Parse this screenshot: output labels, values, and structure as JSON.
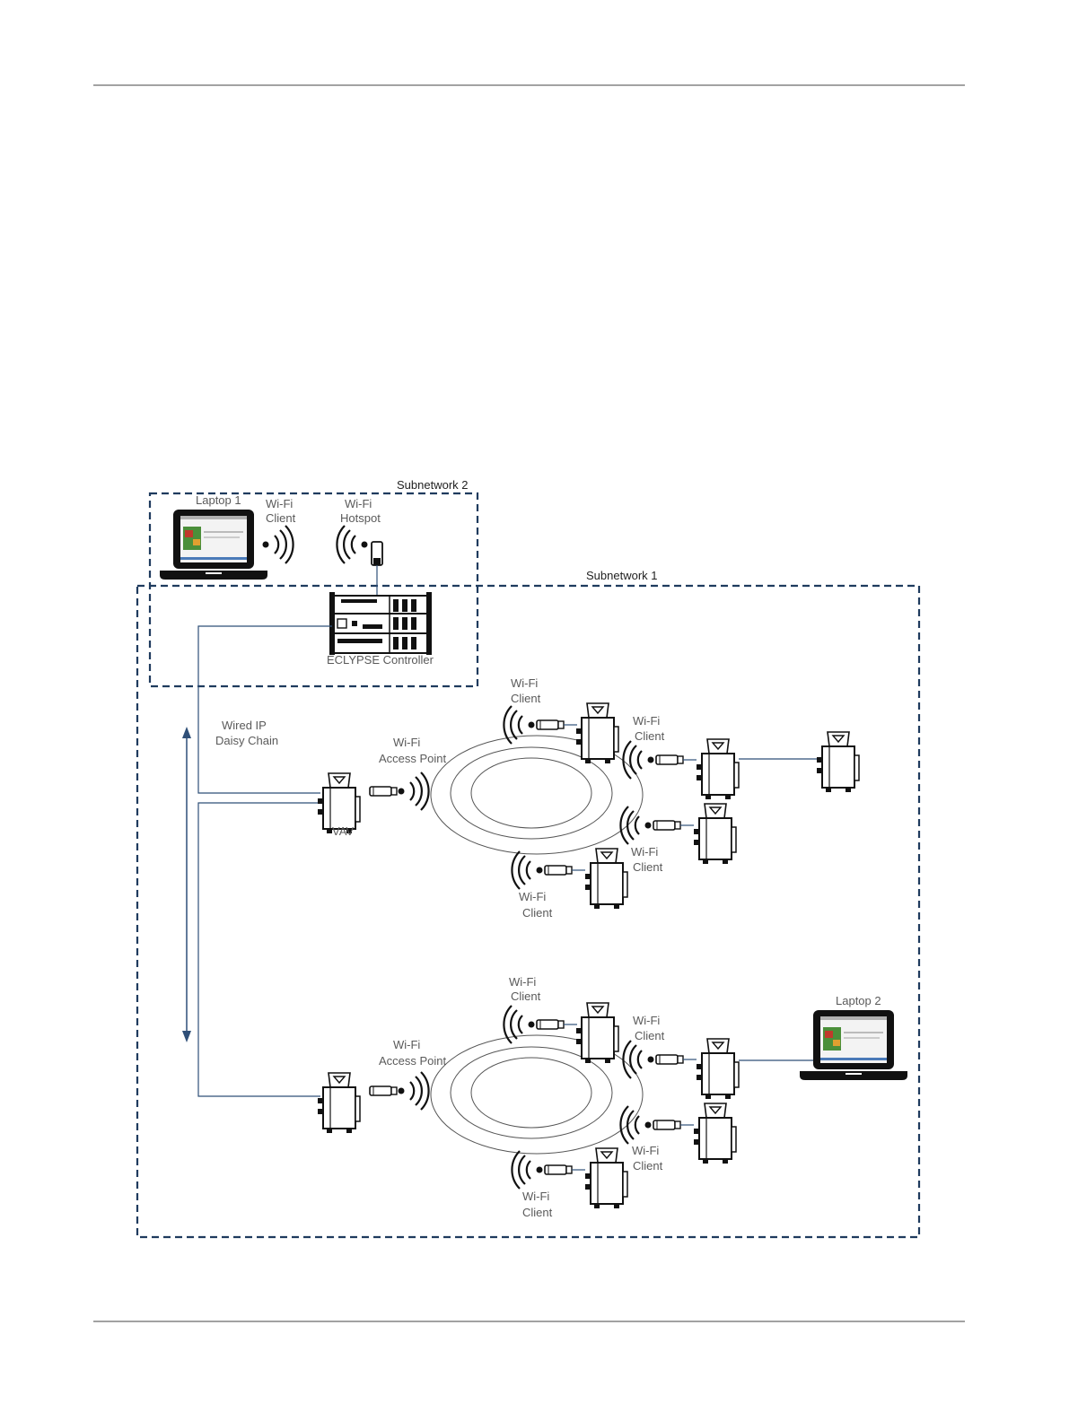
{
  "subnetworks": {
    "subnetwork1": "Subnetwork 1",
    "subnetwork2": "Subnetwork 2"
  },
  "laptops": {
    "laptop1": "Laptop 1",
    "laptop2": "Laptop 2"
  },
  "top": {
    "laptop1_client": [
      "Wi-Fi",
      "Client"
    ],
    "hotspot": [
      "Wi-Fi",
      "Hotspot"
    ],
    "controller": "ECLYPSE Controller"
  },
  "wired": [
    "Wired IP",
    "Daisy Chain"
  ],
  "vav": "VAV",
  "group1": {
    "access_point": [
      "Wi-Fi",
      "Access Point"
    ],
    "client_top": [
      "Wi-Fi",
      "Client"
    ],
    "client_right_top": [
      "Wi-Fi",
      "Client"
    ],
    "client_right_bottom": [
      "Wi-Fi",
      "Client"
    ],
    "client_bottom": [
      "Wi-Fi",
      "Client"
    ]
  },
  "group2": {
    "access_point": [
      "Wi-Fi",
      "Access Point"
    ],
    "client_top": [
      "Wi-Fi",
      "Client"
    ],
    "client_right_top": [
      "Wi-Fi",
      "Client"
    ],
    "client_right_bottom": [
      "Wi-Fi",
      "Client"
    ],
    "client_bottom": [
      "Wi-Fi",
      "Client"
    ]
  },
  "colors": {
    "border_dash": "#1f3b5e",
    "wire": "#2f4f78",
    "label": "#5a5a5a",
    "rule": "#444444"
  }
}
